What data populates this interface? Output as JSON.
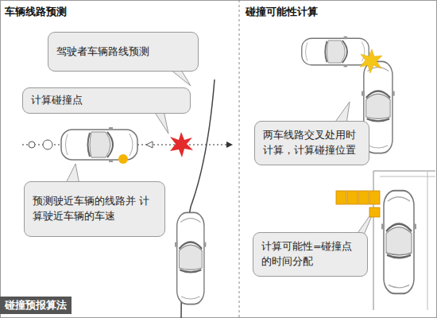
{
  "diagram": {
    "caption": "碰撞预报算法",
    "nodes": [
      {
        "text": [
          "车辆线路预测"
        ]
      },
      {
        "text": [
          "驾驶者车辆路线预测"
        ],
        "in": 0
      },
      {
        "text": [
          "计算碰撞点"
        ],
        "in": 0
      },
      {
        "text": [
          "预测驶近车辆的线路并 计算驶近车辆的车速"
        ],
        "in": 0
      },
      {
        "text": [
          "碰撞可能性计算"
        ]
      },
      {
        "text": [
          "两车线路交叉处用时 计算，计算碰撞位置"
        ],
        "in": 4
      },
      {
        "text": [
          "计算可能性=碰撞点 的时间分配"
        ],
        "in": 4
      }
    ]
  }
}
